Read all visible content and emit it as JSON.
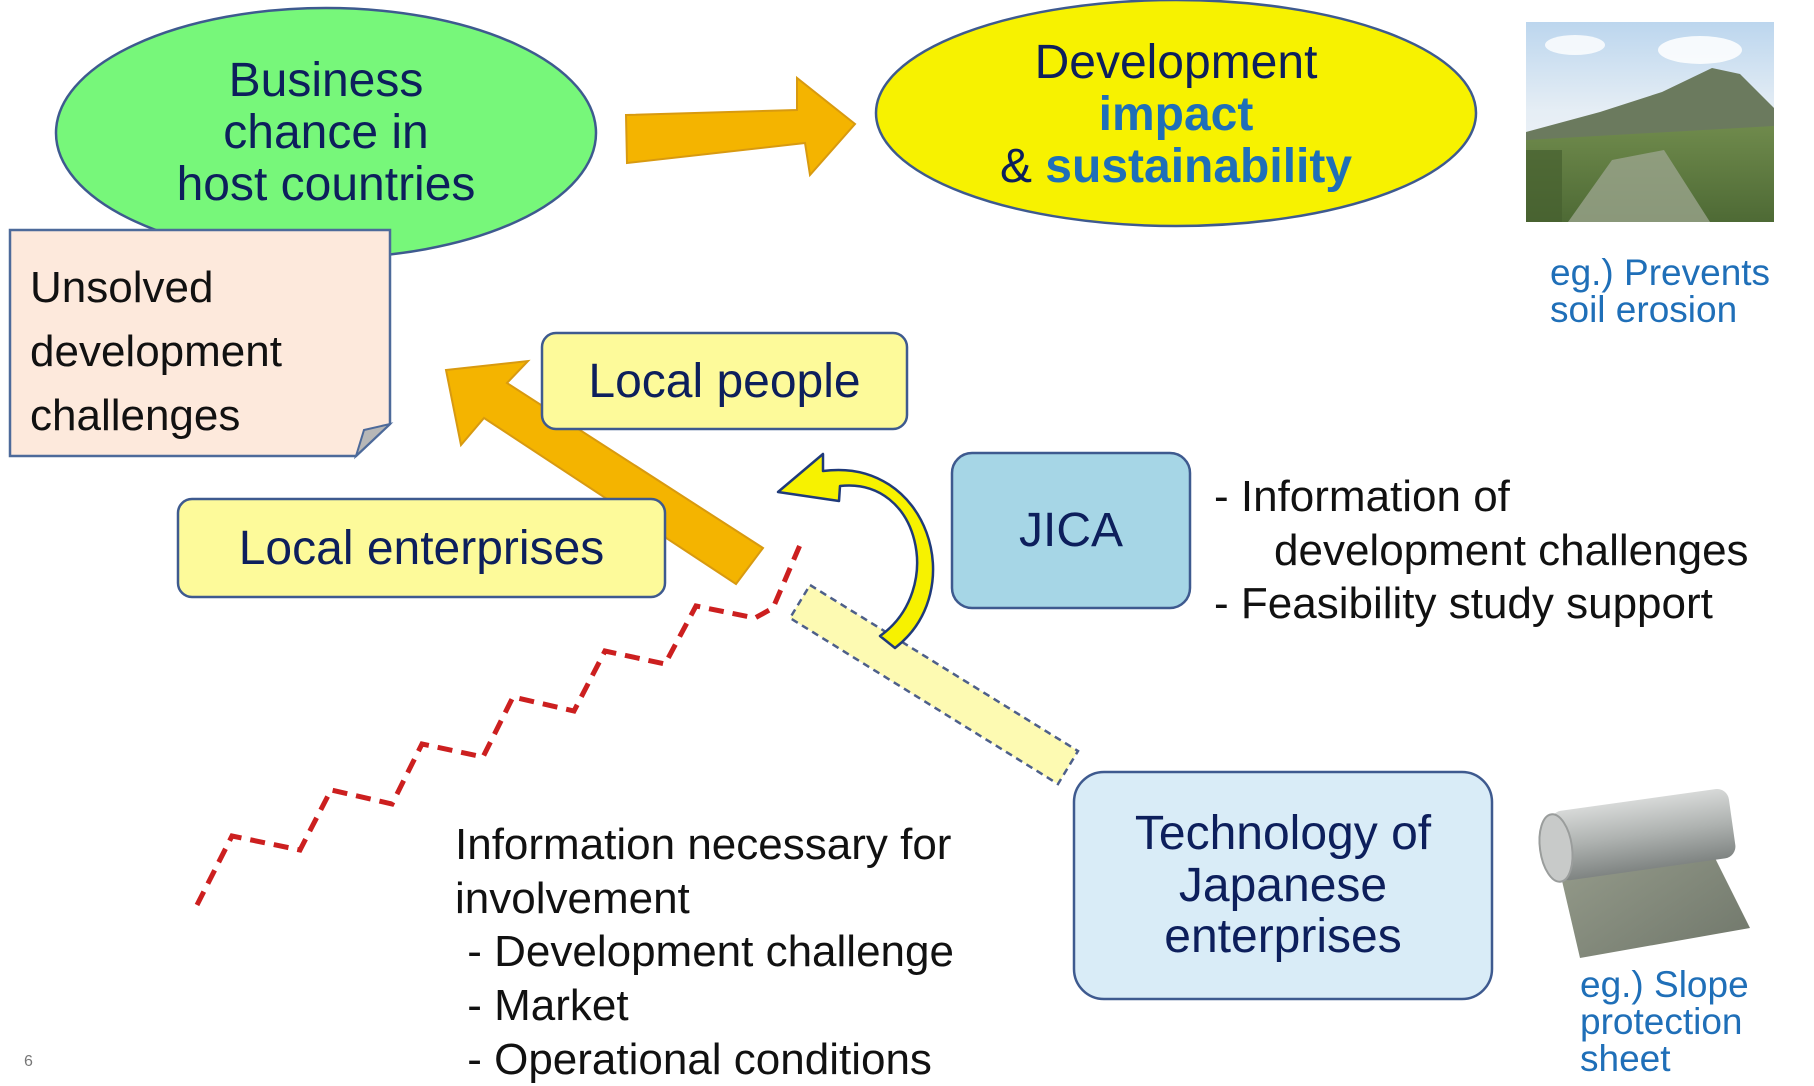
{
  "nodes": {
    "business_chance": {
      "lines": [
        "Business",
        "chance in",
        "host countries"
      ]
    },
    "development_impact": {
      "line1": "Development",
      "line2": "impact",
      "line3_prefix": "& ",
      "line3_highlight": "sustainability"
    },
    "unsolved_challenges": {
      "lines": [
        "Unsolved",
        "development",
        "challenges"
      ]
    },
    "local_people": {
      "label": "Local people"
    },
    "local_enterprises": {
      "label": "Local enterprises"
    },
    "jica": {
      "label": "JICA"
    },
    "technology": {
      "lines": [
        "Technology of",
        "Japanese",
        "enterprises"
      ]
    }
  },
  "jica_support": {
    "items": [
      "- Information of",
      "development challenges",
      "- Feasibility study support"
    ]
  },
  "information_needed": {
    "lines": [
      "Information necessary for",
      "involvement",
      " - Development challenge",
      " - Market",
      " - Operational conditions"
    ]
  },
  "examples": {
    "soil": {
      "lines": [
        "eg.) Prevents",
        "soil erosion"
      ]
    },
    "slope": {
      "lines": [
        "eg.) Slope",
        "protection",
        "sheet"
      ]
    }
  },
  "page_number": "6",
  "colors": {
    "green_ellipse": "#77f77a",
    "yellow_ellipse": "#f7f200",
    "orange_arrow": "#f4b400",
    "label_yellow": "#fdfa9a",
    "jica_blue": "#a6d6e6",
    "tech_blue": "#d9ecf7",
    "note_pink": "#fde9dc",
    "text_navy": "#0d1f5c",
    "caption_blue": "#1f6fb8",
    "staircase_red": "#cc1f1f"
  }
}
